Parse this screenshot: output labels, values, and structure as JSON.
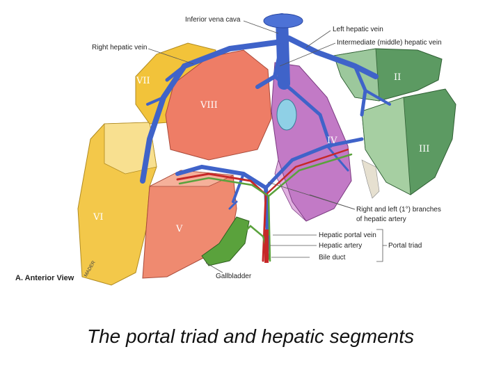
{
  "caption": "The portal triad and hepatic segments",
  "view_label": "A. Anterior View",
  "signature": "MADER",
  "labels": {
    "ivc": "Inferior vena cava",
    "right_hepatic_vein": "Right hepatic vein",
    "left_hepatic_vein": "Left hepatic vein",
    "middle_hepatic_vein": "Intermediate (middle) hepatic vein",
    "artery_branches_1": "Right and left (1°) branches",
    "artery_branches_2": "of hepatic artery",
    "portal_vein": "Hepatic portal vein",
    "hepatic_artery": "Hepatic artery",
    "bile_duct": "Bile duct",
    "portal_triad": "Portal triad",
    "gallbladder": "Gallbladder"
  },
  "segments": {
    "ii": "II",
    "iii": "III",
    "iv": "IV",
    "v": "V",
    "vi": "VI",
    "vii": "VII",
    "viii": "VIII"
  },
  "colors": {
    "yellow_segment": "#f2c33a",
    "salmon_segment": "#ee7d66",
    "purple_segment": "#c27ac6",
    "green_segment": "#5c9a62",
    "vein_blue": "#3f63c9",
    "artery_red": "#c62828",
    "bile_green": "#5aa23c"
  }
}
